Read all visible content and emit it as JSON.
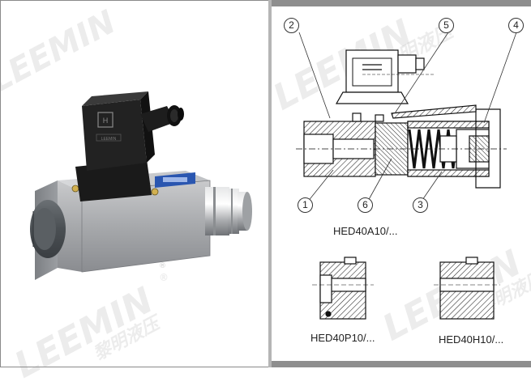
{
  "watermark": {
    "brand": "LEEMIN",
    "chinese": "黎明液压",
    "registered": "®"
  },
  "connector": {
    "label": "LEEMIN"
  },
  "diagram": {
    "callouts": [
      "1",
      "2",
      "3",
      "4",
      "5",
      "6"
    ],
    "main_caption": "HED40A10/...",
    "variant_p_caption": "HED40P10/...",
    "variant_h_caption": "HED40H10/..."
  },
  "colors": {
    "divider": "#b5b5b5",
    "bar": "#8e8e8e",
    "steel": "#b8b9bb",
    "dark_steel": "#5c6063",
    "connector_black": "#1a1a1a",
    "label_blue": "#2a56b0"
  }
}
